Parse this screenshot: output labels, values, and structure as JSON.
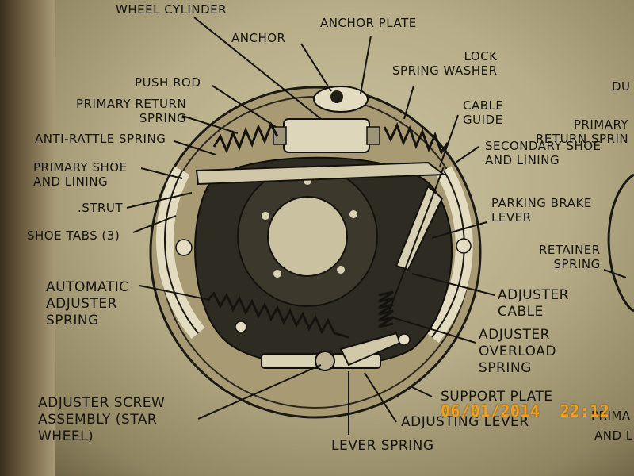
{
  "labels": {
    "wheel_cylinder": "WHEEL CYLINDER",
    "anchor": "ANCHOR",
    "anchor_plate": "ANCHOR PLATE",
    "lock_spring_washer": "LOCK\nSPRING WASHER",
    "push_rod": "PUSH ROD",
    "primary_return_spring": "PRIMARY RETURN\nSPRING",
    "cable_guide": "CABLE\nGUIDE",
    "anti_rattle_spring": "ANTI-RATTLE SPRING",
    "secondary_shoe_and_lining": "SECONDARY SHOE\nAND LINING",
    "primary_shoe_and_lining": "PRIMARY SHOE\nAND LINING",
    "strut": ".STRUT",
    "parking_brake_lever": "PARKING BRAKE\nLEVER",
    "shoe_tabs": "SHOE TABS (3)",
    "automatic_adjuster_spring": "AUTOMATIC\nADJUSTER\nSPRING",
    "adjuster_cable": "ADJUSTER\nCABLE",
    "adjuster_overload_spring": "ADJUSTER\nOVERLOAD\nSPRING",
    "support_plate": "SUPPORT PLATE",
    "adjuster_screw_assembly": "ADJUSTER SCREW\nASSEMBLY (STAR\nWHEEL)",
    "adjusting_lever": "ADJUSTING LEVER",
    "lever_spring": "LEVER SPRING"
  },
  "next_page": {
    "du": "DU",
    "primary_return_spring": "PRIMARY\nRETURN SPRIN",
    "retainer_spring": "RETAINER\nSPRING",
    "prima": "PRIMA",
    "and_lin": "AND LI"
  },
  "timestamp": "06/01/2014  22:12"
}
